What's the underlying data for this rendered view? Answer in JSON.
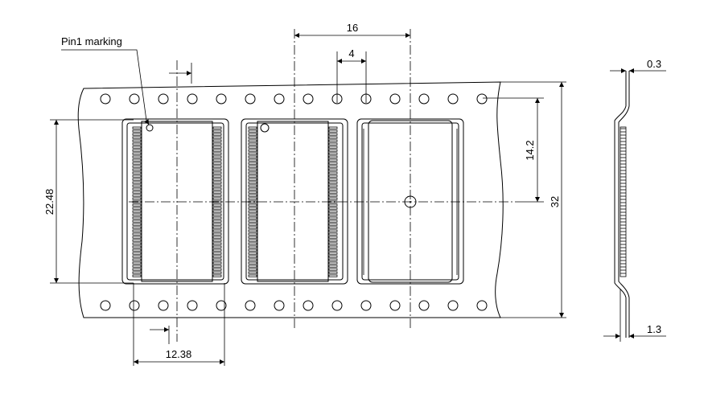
{
  "labels": {
    "pin1": "Pin1 marking",
    "pitch_16": "16",
    "hole_pitch_4": "4",
    "thickness_0_3": "0.3",
    "center_14_2": "14.2",
    "tape_width_32": "32",
    "package_22_48": "22.48",
    "package_12_38": "12.38",
    "cavity_depth_1_3": "1.3"
  },
  "colors": {
    "line": "#000000",
    "background": "#ffffff"
  }
}
